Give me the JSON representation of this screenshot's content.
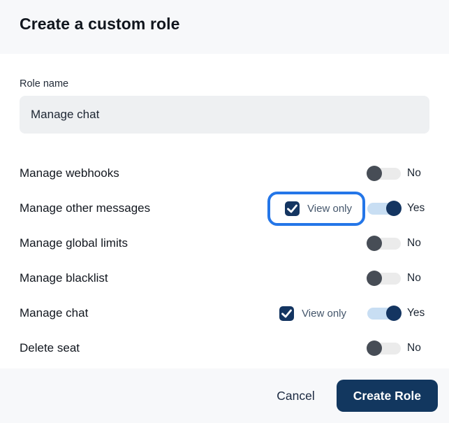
{
  "header": {
    "title": "Create a custom role"
  },
  "form": {
    "role_name_label": "Role name",
    "role_name_value": "Manage chat"
  },
  "permissions": [
    {
      "label": "Manage webhooks",
      "enabled": false,
      "state_label": "No",
      "view_only": false,
      "view_only_label": "",
      "view_only_checked": false,
      "highlighted": false
    },
    {
      "label": "Manage other messages",
      "enabled": true,
      "state_label": "Yes",
      "view_only": true,
      "view_only_label": "View only",
      "view_only_checked": true,
      "highlighted": true
    },
    {
      "label": "Manage global limits",
      "enabled": false,
      "state_label": "No",
      "view_only": false,
      "view_only_label": "",
      "view_only_checked": false,
      "highlighted": false
    },
    {
      "label": "Manage blacklist",
      "enabled": false,
      "state_label": "No",
      "view_only": false,
      "view_only_label": "",
      "view_only_checked": false,
      "highlighted": false
    },
    {
      "label": "Manage chat",
      "enabled": true,
      "state_label": "Yes",
      "view_only": true,
      "view_only_label": "View only",
      "view_only_checked": true,
      "highlighted": false
    },
    {
      "label": "Delete seat",
      "enabled": false,
      "state_label": "No",
      "view_only": false,
      "view_only_label": "",
      "view_only_checked": false,
      "highlighted": false
    }
  ],
  "footer": {
    "cancel_label": "Cancel",
    "create_label": "Create Role"
  },
  "colors": {
    "highlight_ring_blue": "#2476e8",
    "navy": "#12375f",
    "checkbox_navy": "#143561",
    "toggle_on_track": "#c8def3",
    "toggle_off_track": "#ebebeb",
    "toggle_off_knob": "#474d56",
    "header_footer_bg": "#f7f8fa",
    "input_bg": "#eef0f2"
  }
}
